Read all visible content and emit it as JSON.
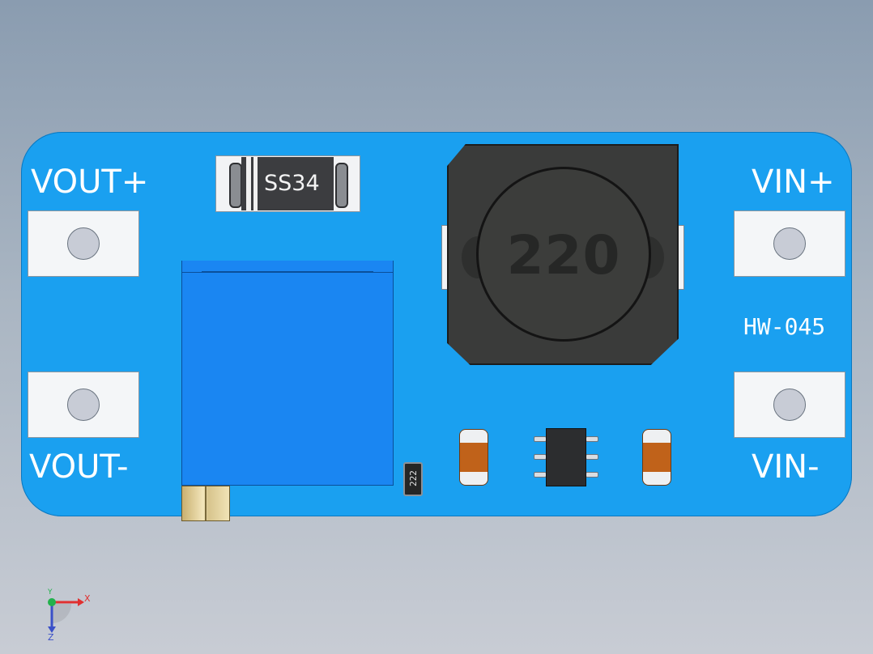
{
  "board": {
    "labels": {
      "vout_plus": "VOUT+",
      "vout_minus": "VOUT-",
      "vin_plus": "VIN+",
      "vin_minus": "VIN-",
      "model": "HW-045"
    },
    "diode_marking": "SS34",
    "inductor_marking": "220",
    "resistor_marking": "222"
  },
  "triad": {
    "x": "X",
    "y": "Y",
    "z": "Z"
  },
  "colors": {
    "pcb": "#1aa0f0",
    "trimmer": "#1a86f2",
    "inductor": "#3a3b3a",
    "capacitor": "#c0621a",
    "pad": "#f4f6f8",
    "x_axis": "#e03030",
    "y_axis": "#22b14c",
    "z_axis": "#3a50c8"
  }
}
